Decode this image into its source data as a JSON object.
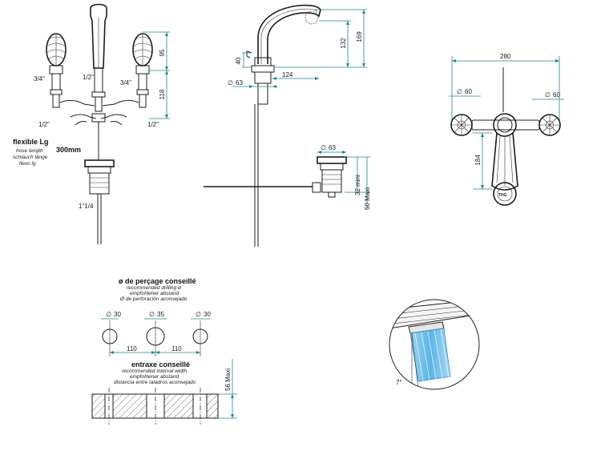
{
  "front_view": {
    "thread_left": "3/4\"",
    "thread_center": "1/2\"",
    "thread_right": "3/4\"",
    "thread_bottom_left": "1/2\"",
    "thread_bottom_right": "1/2\"",
    "dim_95": "95",
    "dim_118": "118",
    "hose_title": "flexible Lg",
    "hose_sub_1": "hose length",
    "hose_sub_2": "schlauch länge",
    "hose_sub_3": "flexo lg",
    "hose_length": "300mm",
    "waste_thread": "1\"1/4"
  },
  "side_view": {
    "dim_40": "40",
    "dim_63": "63",
    "dim_124": "124",
    "dim_132": "132",
    "dim_169": "169",
    "waste_dia": "63",
    "waste_min": "32 mini",
    "waste_max": "50 Maxi",
    "dia_symbol": "∅"
  },
  "top_view": {
    "dim_280": "280",
    "dim_60_left": "60",
    "dim_60_right": "60",
    "dim_184": "184"
  },
  "drilling": {
    "title": "ø de perçage conseillé",
    "sub_1": "recommended drilling ø",
    "sub_2": "empfohlener abstand",
    "sub_3": "Ø de perforación aconsejado",
    "dia_30_left": "30",
    "dia_35": "35",
    "dia_30_right": "30",
    "spacing_left": "110",
    "spacing_right": "110",
    "interval_title": "entraxe conseillé",
    "interval_sub_1": "recommended interval width",
    "interval_sub_2": "empfohlener abstand",
    "interval_sub_3": "distancia entre taladros aconsejado",
    "thickness_max": "56 Maxi"
  },
  "spout_detail": {
    "angle": "7°"
  }
}
